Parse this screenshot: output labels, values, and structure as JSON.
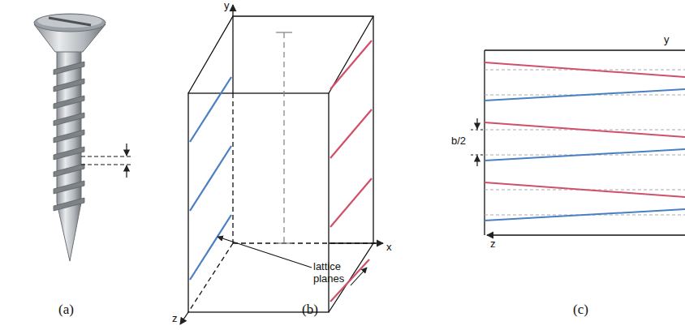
{
  "diagram": {
    "labels": [
      "y",
      "x",
      "z",
      "lattice planes",
      "b/2",
      "z",
      "y",
      "(a)",
      "(b)",
      "(c)"
    ]
  }
}
